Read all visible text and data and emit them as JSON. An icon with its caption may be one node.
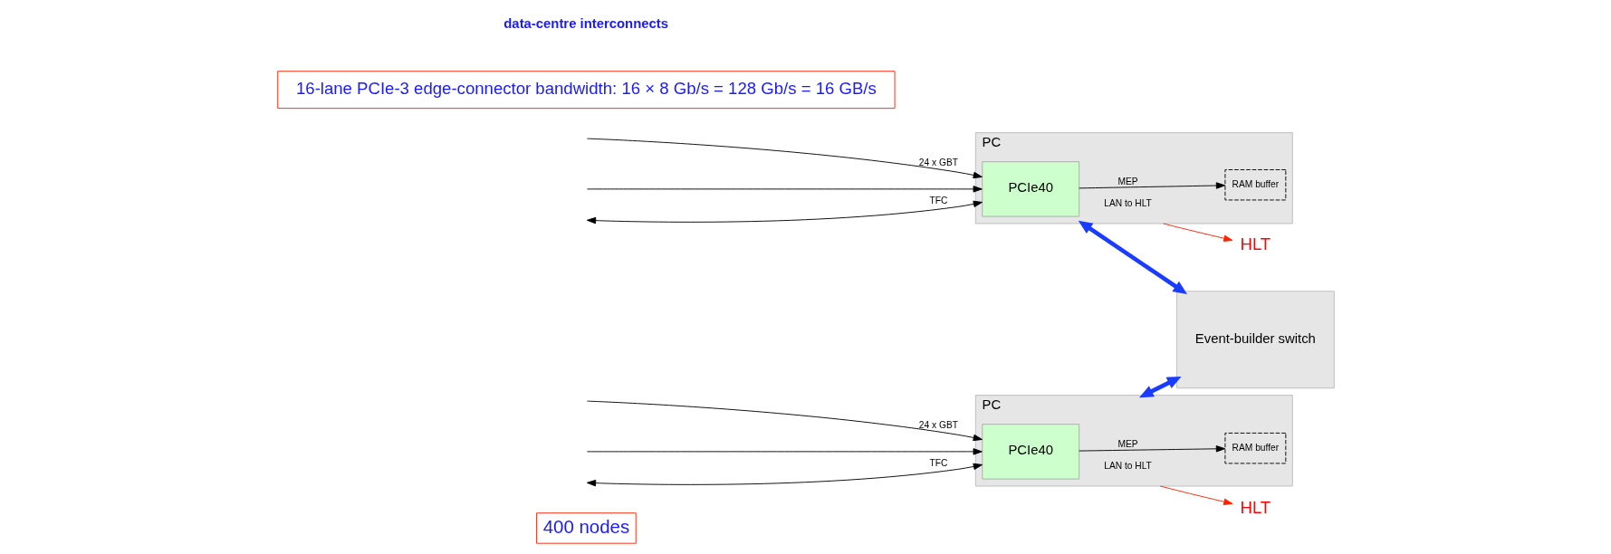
{
  "diagram": {
    "nodes": [
      {
        "text": [
          "400 nodes"
        ]
      },
      {
        "text": [
          "PC"
        ]
      },
      {
        "text": [
          "PCIe40"
        ],
        "in": 1
      },
      {
        "text": [
          "RAM buffer"
        ],
        "in": 1
      },
      {
        "text": [
          "HLT"
        ]
      },
      {
        "text": [
          "PC"
        ]
      },
      {
        "text": [
          "PCIe40"
        ],
        "in": 5
      },
      {
        "text": [
          "RAM buffer"
        ],
        "in": 5
      },
      {
        "text": [
          "HLT"
        ]
      },
      {
        "text": [
          "Event-builder switch"
        ]
      },
      {
        "text": [
          "16-lane PCIe-3 edge-connector bandwidth: 16 × 8 Gb/s = 128 Gb/s = 16 GB/s"
        ]
      }
    ],
    "edges": [
      {
        "from": 1,
        "to": 4,
        "arrow": "to",
        "label": "LAN to HLT",
        "color": "#ff2200"
      },
      {
        "from": null,
        "to": 2,
        "arrow": "to",
        "label": "24 x GBT"
      },
      {
        "from": null,
        "to": 2,
        "arrow": "to"
      },
      {
        "from": null,
        "to": 2,
        "arrow": "both",
        "label": "TFC"
      },
      {
        "from": 2,
        "to": 3,
        "arrow": "to",
        "label": "MEP"
      },
      {
        "from": 5,
        "to": 8,
        "arrow": "to",
        "label": "LAN to HLT",
        "color": "#ff2200"
      },
      {
        "from": null,
        "to": 6,
        "arrow": "to",
        "label": "24 x GBT"
      },
      {
        "from": null,
        "to": 6,
        "arrow": "to"
      },
      {
        "from": null,
        "to": 6,
        "arrow": "both",
        "label": "TFC"
      },
      {
        "from": 6,
        "to": 7,
        "arrow": "to",
        "label": "MEP"
      },
      {
        "from": 1,
        "to": 9,
        "arrow": "both",
        "style": "thick",
        "color": "#1a3cff"
      },
      {
        "from": 5,
        "to": 9,
        "arrow": "both",
        "style": "thick",
        "color": "#1a3cff"
      }
    ],
    "labels": [
      "data-centre interconnects"
    ]
  }
}
